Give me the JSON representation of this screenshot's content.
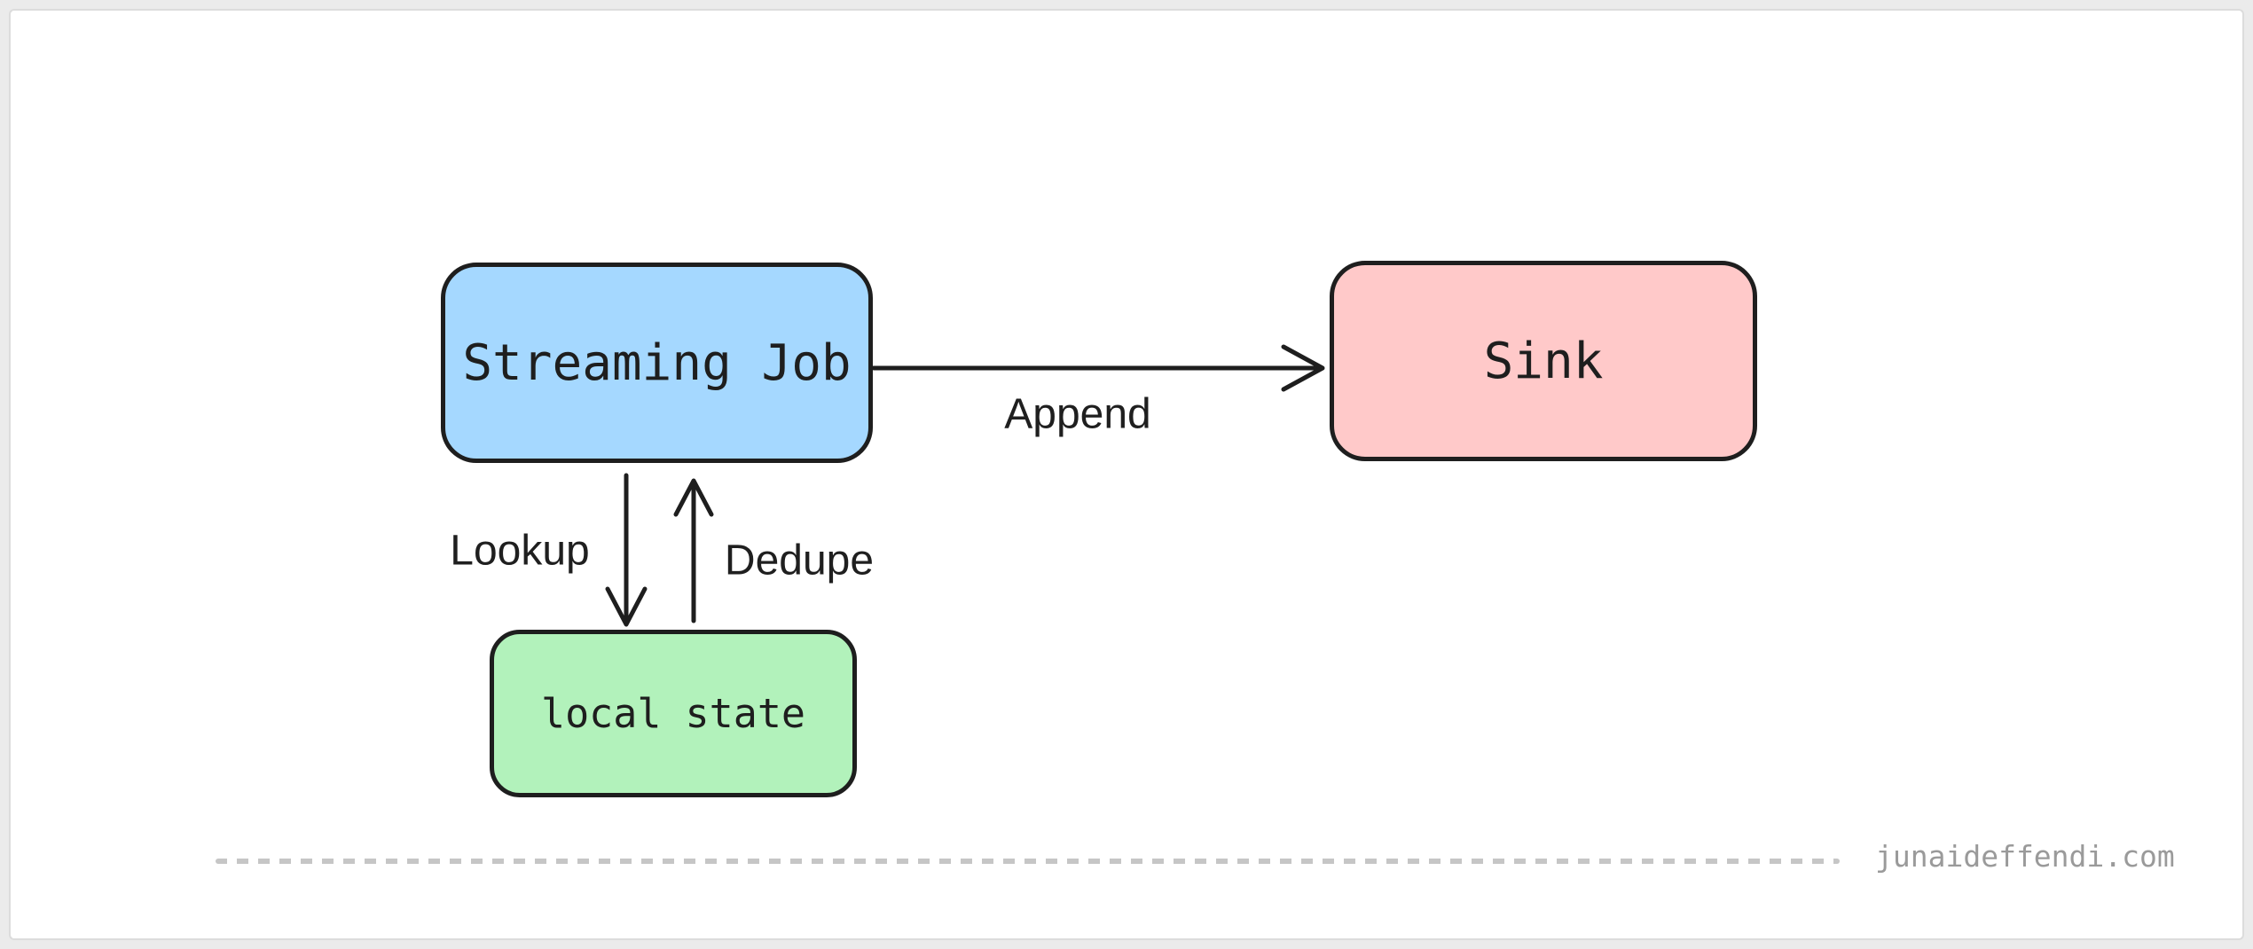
{
  "watermark": {
    "text": "junaideffendi.com",
    "color": "#9a9a9a"
  },
  "diagram": {
    "stroke": "#1e1e1e",
    "nodes": [
      {
        "id": "streaming-job",
        "label": "Streaming Job",
        "fill": "#a5d8ff"
      },
      {
        "id": "sink",
        "label": "Sink",
        "fill": "#ffc9c9"
      },
      {
        "id": "local-state",
        "label": "local state",
        "fill": "#b2f2bb"
      }
    ],
    "edges": [
      {
        "label": "Append",
        "from": "streaming-job",
        "to": "sink"
      },
      {
        "label": "Lookup",
        "from": "streaming-job",
        "to": "local-state"
      },
      {
        "label": "Dedupe",
        "from": "local-state",
        "to": "streaming-job"
      }
    ]
  }
}
